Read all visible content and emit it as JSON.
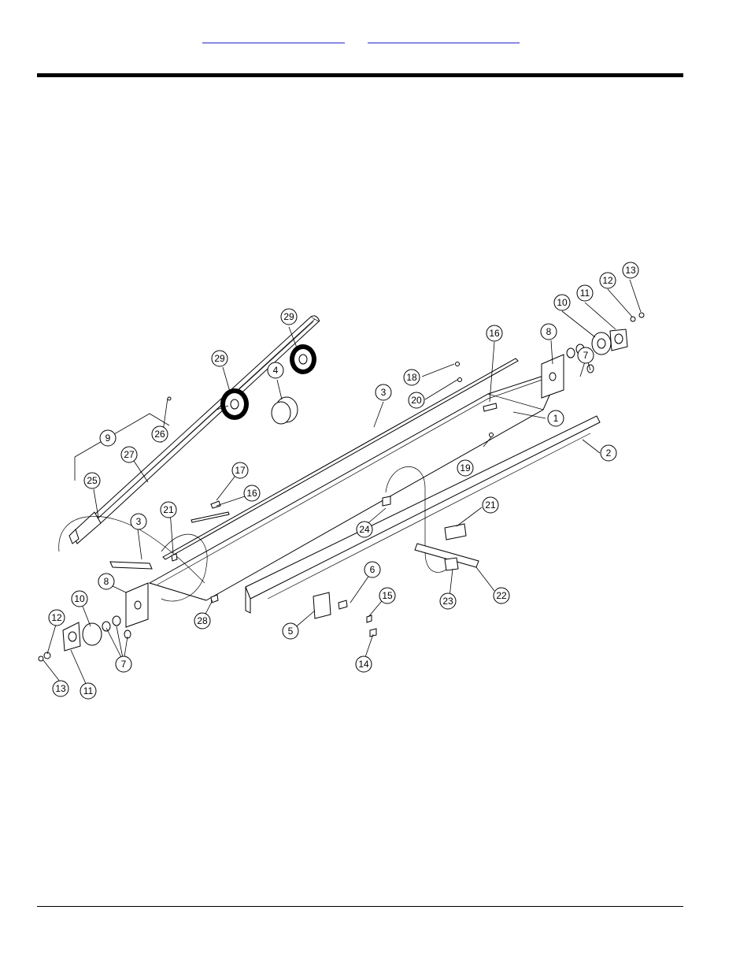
{
  "header": {
    "link_left": "",
    "link_right": ""
  },
  "diagram": {
    "callouts": [
      {
        "id": "c29a",
        "label": "29"
      },
      {
        "id": "c29b",
        "label": "29"
      },
      {
        "id": "c4",
        "label": "4"
      },
      {
        "id": "c3a",
        "label": "3"
      },
      {
        "id": "c16a",
        "label": "16"
      },
      {
        "id": "c8a",
        "label": "8"
      },
      {
        "id": "c10a",
        "label": "10"
      },
      {
        "id": "c11a",
        "label": "11"
      },
      {
        "id": "c12a",
        "label": "12"
      },
      {
        "id": "c13a",
        "label": "13"
      },
      {
        "id": "c18",
        "label": "18"
      },
      {
        "id": "c20",
        "label": "20"
      },
      {
        "id": "c1",
        "label": "1"
      },
      {
        "id": "c7a",
        "label": "7"
      },
      {
        "id": "c2",
        "label": "2"
      },
      {
        "id": "c19",
        "label": "19"
      },
      {
        "id": "c9",
        "label": "9"
      },
      {
        "id": "c26",
        "label": "26"
      },
      {
        "id": "c27",
        "label": "27"
      },
      {
        "id": "c25",
        "label": "25"
      },
      {
        "id": "c17",
        "label": "17"
      },
      {
        "id": "c16b",
        "label": "16"
      },
      {
        "id": "c21a",
        "label": "21"
      },
      {
        "id": "c3b",
        "label": "3"
      },
      {
        "id": "c24",
        "label": "24"
      },
      {
        "id": "c21b",
        "label": "21"
      },
      {
        "id": "c22",
        "label": "22"
      },
      {
        "id": "c23",
        "label": "23"
      },
      {
        "id": "c8b",
        "label": "8"
      },
      {
        "id": "c10b",
        "label": "10"
      },
      {
        "id": "c12b",
        "label": "12"
      },
      {
        "id": "c13b",
        "label": "13"
      },
      {
        "id": "c11b",
        "label": "11"
      },
      {
        "id": "c7b",
        "label": "7"
      },
      {
        "id": "c28",
        "label": "28"
      },
      {
        "id": "c6",
        "label": "6"
      },
      {
        "id": "c5",
        "label": "5"
      },
      {
        "id": "c15",
        "label": "15"
      },
      {
        "id": "c14",
        "label": "14"
      }
    ]
  }
}
